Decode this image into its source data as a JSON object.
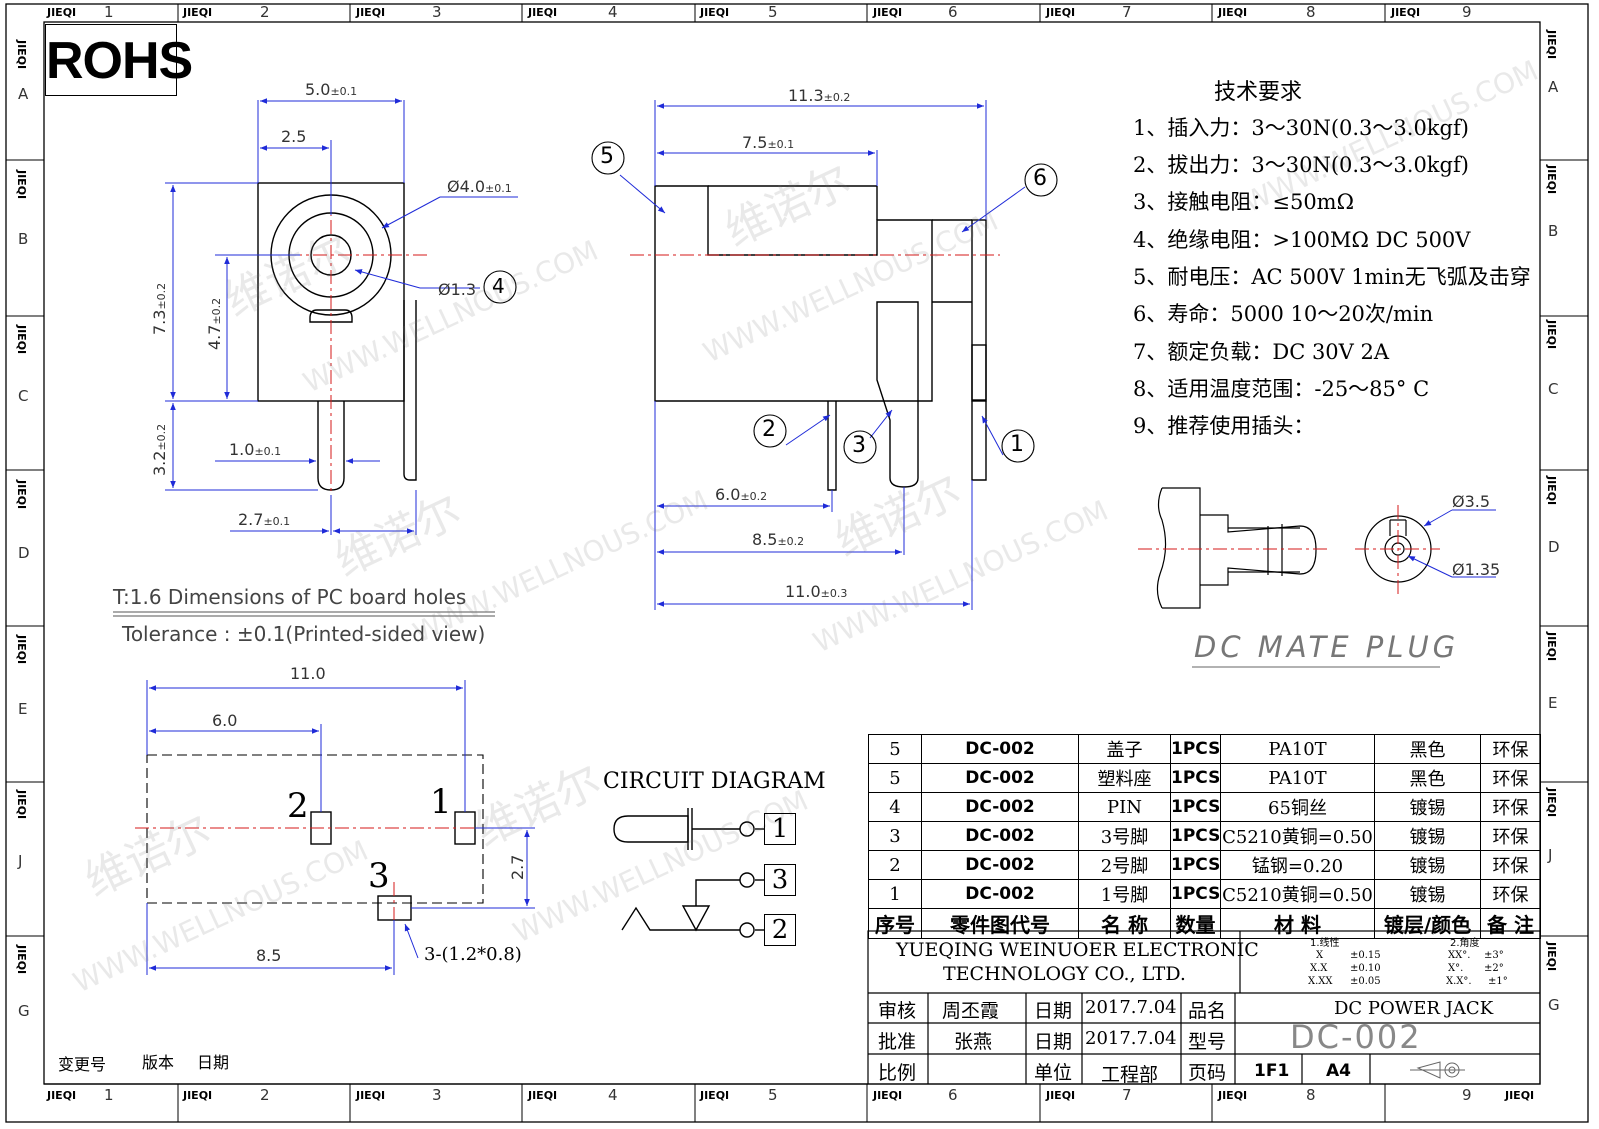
{
  "frame": {
    "zone_tag": "JIEQI",
    "columns": [
      "1",
      "2",
      "3",
      "4",
      "5",
      "6",
      "7",
      "8",
      "9"
    ],
    "rows": [
      "A",
      "B",
      "C",
      "D",
      "E",
      "J",
      "G"
    ]
  },
  "rohs": "ROHS",
  "requirements": {
    "title": "技术要求",
    "lines": [
      "1、插入力：3～30N(0.3～3.0kgf)",
      "2、拔出力：3～30N(0.3～3.0kgf)",
      "3、接触电阻：≤50mΩ",
      "4、绝缘电阻：>100MΩ   DC   500V",
      "5、耐电压：AC   500V   1min无飞弧及击穿",
      "6、寿命：5000 10～20次/min",
      "7、额定负载：DC   30V   2A",
      "8、适用温度范围：-25～85° C",
      "9、推荐使用插头："
    ]
  },
  "front_view": {
    "dims": {
      "w5": "5.0",
      "w5_tol": "±0.1",
      "w25": "2.5",
      "d4": "Ø4.0",
      "d4_tol": "±0.1",
      "d13": "Ø1.3",
      "h73": "7.3",
      "h73_tol": "±0.2",
      "h47": "4.7",
      "h47_tol": "±0.2",
      "h32": "3.2",
      "h32_tol": "±0.2",
      "w10": "1.0",
      "w10_tol": "±0.1",
      "w27": "2.7",
      "w27_tol": "±0.1"
    },
    "callout": "4"
  },
  "side_view": {
    "dims": {
      "w113": "11.3",
      "w113_tol": "±0.2",
      "w75": "7.5",
      "w75_tol": "±0.1",
      "w60": "6.0",
      "w60_tol": "±0.2",
      "w85": "8.5",
      "w85_tol": "±0.2",
      "w110": "11.0",
      "w110_tol": "±0.3"
    },
    "callouts": [
      "5",
      "6",
      "2",
      "3",
      "1"
    ]
  },
  "pcb_note": {
    "line1": "T:1.6 Dimensions of PC board holes",
    "line2": "Tolerance : ±0.1(Printed-sided view)"
  },
  "pcb": {
    "dims": {
      "w110": "11.0",
      "w60": "6.0",
      "h27": "2.7",
      "w85": "8.5"
    },
    "pins": [
      "2",
      "1",
      "3"
    ],
    "hole_note": "3-(1.2*0.8)"
  },
  "circuit": {
    "title": "CIRCUIT DIAGRAM",
    "pins": [
      "1",
      "3",
      "2"
    ]
  },
  "plug": {
    "d35": "Ø3.5",
    "d135": "Ø1.35",
    "label": "DC MATE PLUG"
  },
  "watermark": {
    "cn": "维诺尔",
    "en": "WWW.WELLNOUS.COM"
  },
  "bom": {
    "rows": [
      [
        "5",
        "DC-002",
        "盖子",
        "1PCS",
        "PA10T",
        "黑色",
        "环保"
      ],
      [
        "5",
        "DC-002",
        "塑料座",
        "1PCS",
        "PA10T",
        "黑色",
        "环保"
      ],
      [
        "4",
        "DC-002",
        "PIN",
        "1PCS",
        "65铜丝",
        "镀锡",
        "环保"
      ],
      [
        "3",
        "DC-002",
        "3号脚",
        "1PCS",
        "C5210黄铜=0.50",
        "镀锡",
        "环保"
      ],
      [
        "2",
        "DC-002",
        "2号脚",
        "1PCS",
        "锰钢=0.20",
        "镀锡",
        "环保"
      ],
      [
        "1",
        "DC-002",
        "1号脚",
        "1PCS",
        "C5210黄铜=0.50",
        "镀锡",
        "环保"
      ]
    ],
    "header": [
      "序号",
      "零件图代号",
      "名 称",
      "数量",
      "材 料",
      "镀层/颜色",
      "备 注"
    ]
  },
  "title_block": {
    "company1": "YUEQING WEINUOER ELECTRONIC",
    "company2": "TECHNOLOGY CO., LTD.",
    "tol_linear_title": "1.线性",
    "tol_linear": [
      [
        "X",
        "±0.15"
      ],
      [
        "X.X",
        "±0.10"
      ],
      [
        "X.XX",
        "±0.05"
      ]
    ],
    "tol_angle_title": "2.角度",
    "tol_angle": [
      [
        "XX°.",
        "±3°"
      ],
      [
        "X°.",
        "±2°"
      ],
      [
        "X.X°.",
        "±1°"
      ]
    ],
    "review_lbl": "审核",
    "review_name": "周丕霞",
    "approve_lbl": "批准",
    "approve_name": "张燕",
    "date_lbl": "日期",
    "date1": "2017.7.04",
    "date2": "2017.7.04",
    "pname_lbl": "品名",
    "pname": "DC POWER JACK",
    "model_lbl": "型号",
    "model": "DC-002",
    "scale_lbl": "比例",
    "unit_lbl": "单位",
    "unit": "工程部",
    "page_lbl": "页码",
    "page": "1F1",
    "size": "A4"
  },
  "change_block": {
    "change": "变更号",
    "version": "版本",
    "date": "日期"
  }
}
